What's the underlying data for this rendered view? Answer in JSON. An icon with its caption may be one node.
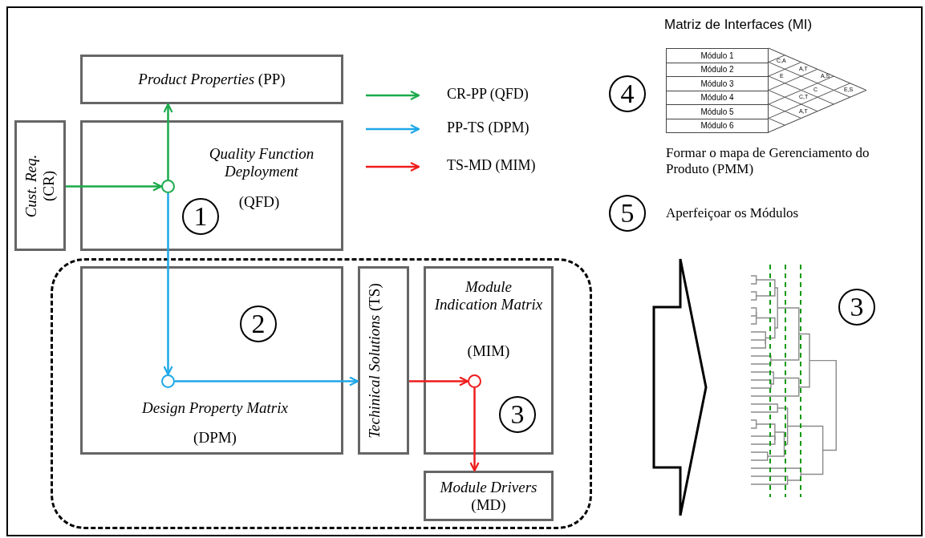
{
  "diagram": {
    "nodes": [
      {
        "text": [
          "*Product Properties* (PP)"
        ]
      },
      {
        "text": [
          "*Cust. Req.* (CR)"
        ]
      },
      {
        "text": [
          "Quality Function Deployment",
          "(QFD)"
        ]
      },
      {
        "text": [
          "1"
        ],
        "in": 2
      },
      {
        "text": [],
        "shape": "box"
      },
      {
        "text": [
          "Design Property Matrix",
          "(DPM)"
        ],
        "in": 4
      },
      {
        "text": [
          "2"
        ],
        "in": 5
      },
      {
        "text": [
          "*Techinical Solutions* (TS)"
        ],
        "in": 4
      },
      {
        "text": [
          "Module Indication Matrix",
          "(MIM)"
        ],
        "in": 4
      },
      {
        "text": [
          "3"
        ],
        "in": 8
      },
      {
        "text": [
          "*Module Drivers* (MD)"
        ],
        "in": 4
      },
      {
        "text": [],
        "shape": "circle",
        "in": 2
      },
      {
        "text": [],
        "shape": "circle",
        "in": 5
      },
      {
        "text": [],
        "shape": "circle",
        "in": 8
      },
      {
        "text": [],
        "shape": "picture"
      },
      {
        "text": [
          "3"
        ]
      },
      {
        "text": [
          "4"
        ]
      },
      {
        "text": [
          "5"
        ]
      },
      {
        "text": [
          "Módulo 1"
        ]
      },
      {
        "text": [
          "Módulo 2"
        ]
      },
      {
        "text": [
          "Módulo 3"
        ]
      },
      {
        "text": [
          "Módulo 4"
        ]
      },
      {
        "text": [
          "Módulo 5"
        ]
      },
      {
        "text": [
          "Módulo 6"
        ]
      }
    ],
    "edges": [
      {
        "from": 1,
        "to": 11,
        "arrow": "to",
        "color": "#1aaa4a"
      },
      {
        "from": 11,
        "to": 0,
        "arrow": "to",
        "color": "#1aaa4a"
      },
      {
        "from": 11,
        "to": 12,
        "arrow": "to",
        "color": "#1ea8e8"
      },
      {
        "from": 12,
        "to": 7,
        "arrow": "to",
        "color": "#1ea8e8"
      },
      {
        "from": 7,
        "to": 13,
        "arrow": "to",
        "color": "#ee1c1c"
      },
      {
        "from": 13,
        "to": 10,
        "arrow": "to",
        "color": "#ee1c1c"
      },
      {
        "from": 4,
        "to": 14,
        "arrow": "to",
        "style": "thick"
      }
    ],
    "labels": [
      "Matriz de Interfaces (MI)",
      "C,A",
      "A,T",
      "E",
      "A,S",
      "C",
      "E,S",
      "C,T",
      "A,T",
      "Formar o mapa de Gerenciamento do Produto (PMM)",
      "Aperfeiçoar os Módulos"
    ],
    "legend": [
      {
        "text": "CR-PP (QFD)"
      },
      {
        "text": "PP-TS (DPM)"
      },
      {
        "text": "TS-MD (MIM)"
      }
    ]
  }
}
